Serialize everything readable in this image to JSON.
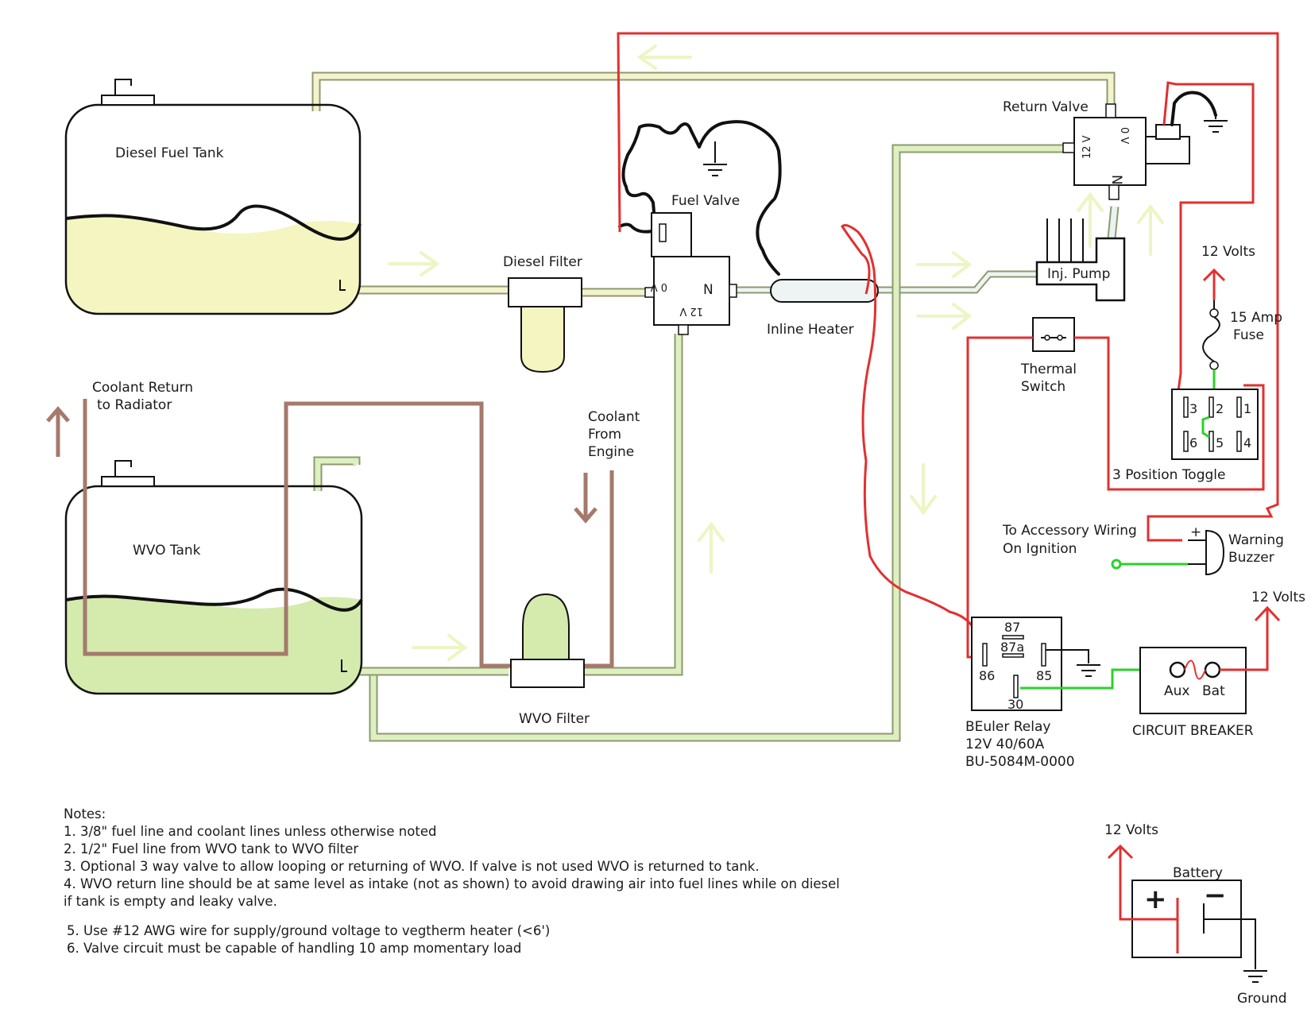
{
  "labels": {
    "diesel_tank": "Diesel Fuel Tank",
    "wvo_tank": "WVO Tank",
    "diesel_filter": "Diesel Filter",
    "wvo_filter": "WVO Filter",
    "fuel_valve": "Fuel Valve",
    "return_valve": "Return Valve",
    "inline_heater": "Inline Heater",
    "inj_pump": "Inj. Pump",
    "thermal_switch_1": "Thermal",
    "thermal_switch_2": "Switch",
    "coolant_return_1": "Coolant Return",
    "coolant_return_2": "to Radiator",
    "coolant_from_1": "Coolant",
    "coolant_from_2": "From",
    "coolant_from_3": "Engine",
    "twelve_volts": "12 Volts",
    "fuse_1": "15 Amp",
    "fuse_2": "Fuse",
    "toggle": "3 Position Toggle",
    "accessory_1": "To Accessory Wiring",
    "accessory_2": "On Ignition",
    "buzzer_1": "Warning",
    "buzzer_2": "Buzzer",
    "relay_1": "BEuler Relay",
    "relay_2": "12V 40/60A",
    "relay_3": "BU-5084M-0000",
    "circuit_breaker": "CIRCUIT BREAKER",
    "breaker_aux": "Aux",
    "breaker_bat": "Bat",
    "battery": "Battery",
    "ground": "Ground",
    "valve_n": "N",
    "valve_0v": "0 V",
    "valve_12v": "12 V",
    "buzzer_plus": "+",
    "battery_plus": "+",
    "battery_minus": "−"
  },
  "toggle_pins": [
    "3",
    "2",
    "1",
    "6",
    "5",
    "4"
  ],
  "relay_pins": [
    "87",
    "87a",
    "86",
    "85",
    "30"
  ],
  "notes": {
    "heading": "Notes:",
    "items": [
      "1. 3/8\" fuel line and coolant lines unless otherwise noted",
      "2. 1/2\" Fuel line from WVO tank to WVO filter",
      "3. Optional 3 way valve to allow looping or returning of WVO.  If valve is not used WVO is returned to tank.",
      "4. WVO return line should be at same level as intake (not as shown) to avoid drawing air into fuel lines while on diesel",
      "if tank is empty and leaky valve.",
      "5. Use #12 AWG wire for supply/ground voltage to vegtherm heater (<6')",
      "6. Valve circuit must be capable of handling 10 amp momentary load"
    ]
  },
  "colors": {
    "diesel_fluid": "#f5f5c2",
    "wvo_fluid": "#d4ebad",
    "fuel_line_fill": "#f3f3cd",
    "wvo_line_fill": "#def0c2",
    "line_edge": "#8d9a6e",
    "arrow_light": "#eef5c4",
    "power_wire": "#e23030",
    "green_wire": "#2bd22b",
    "coolant": "#a47a6c"
  }
}
